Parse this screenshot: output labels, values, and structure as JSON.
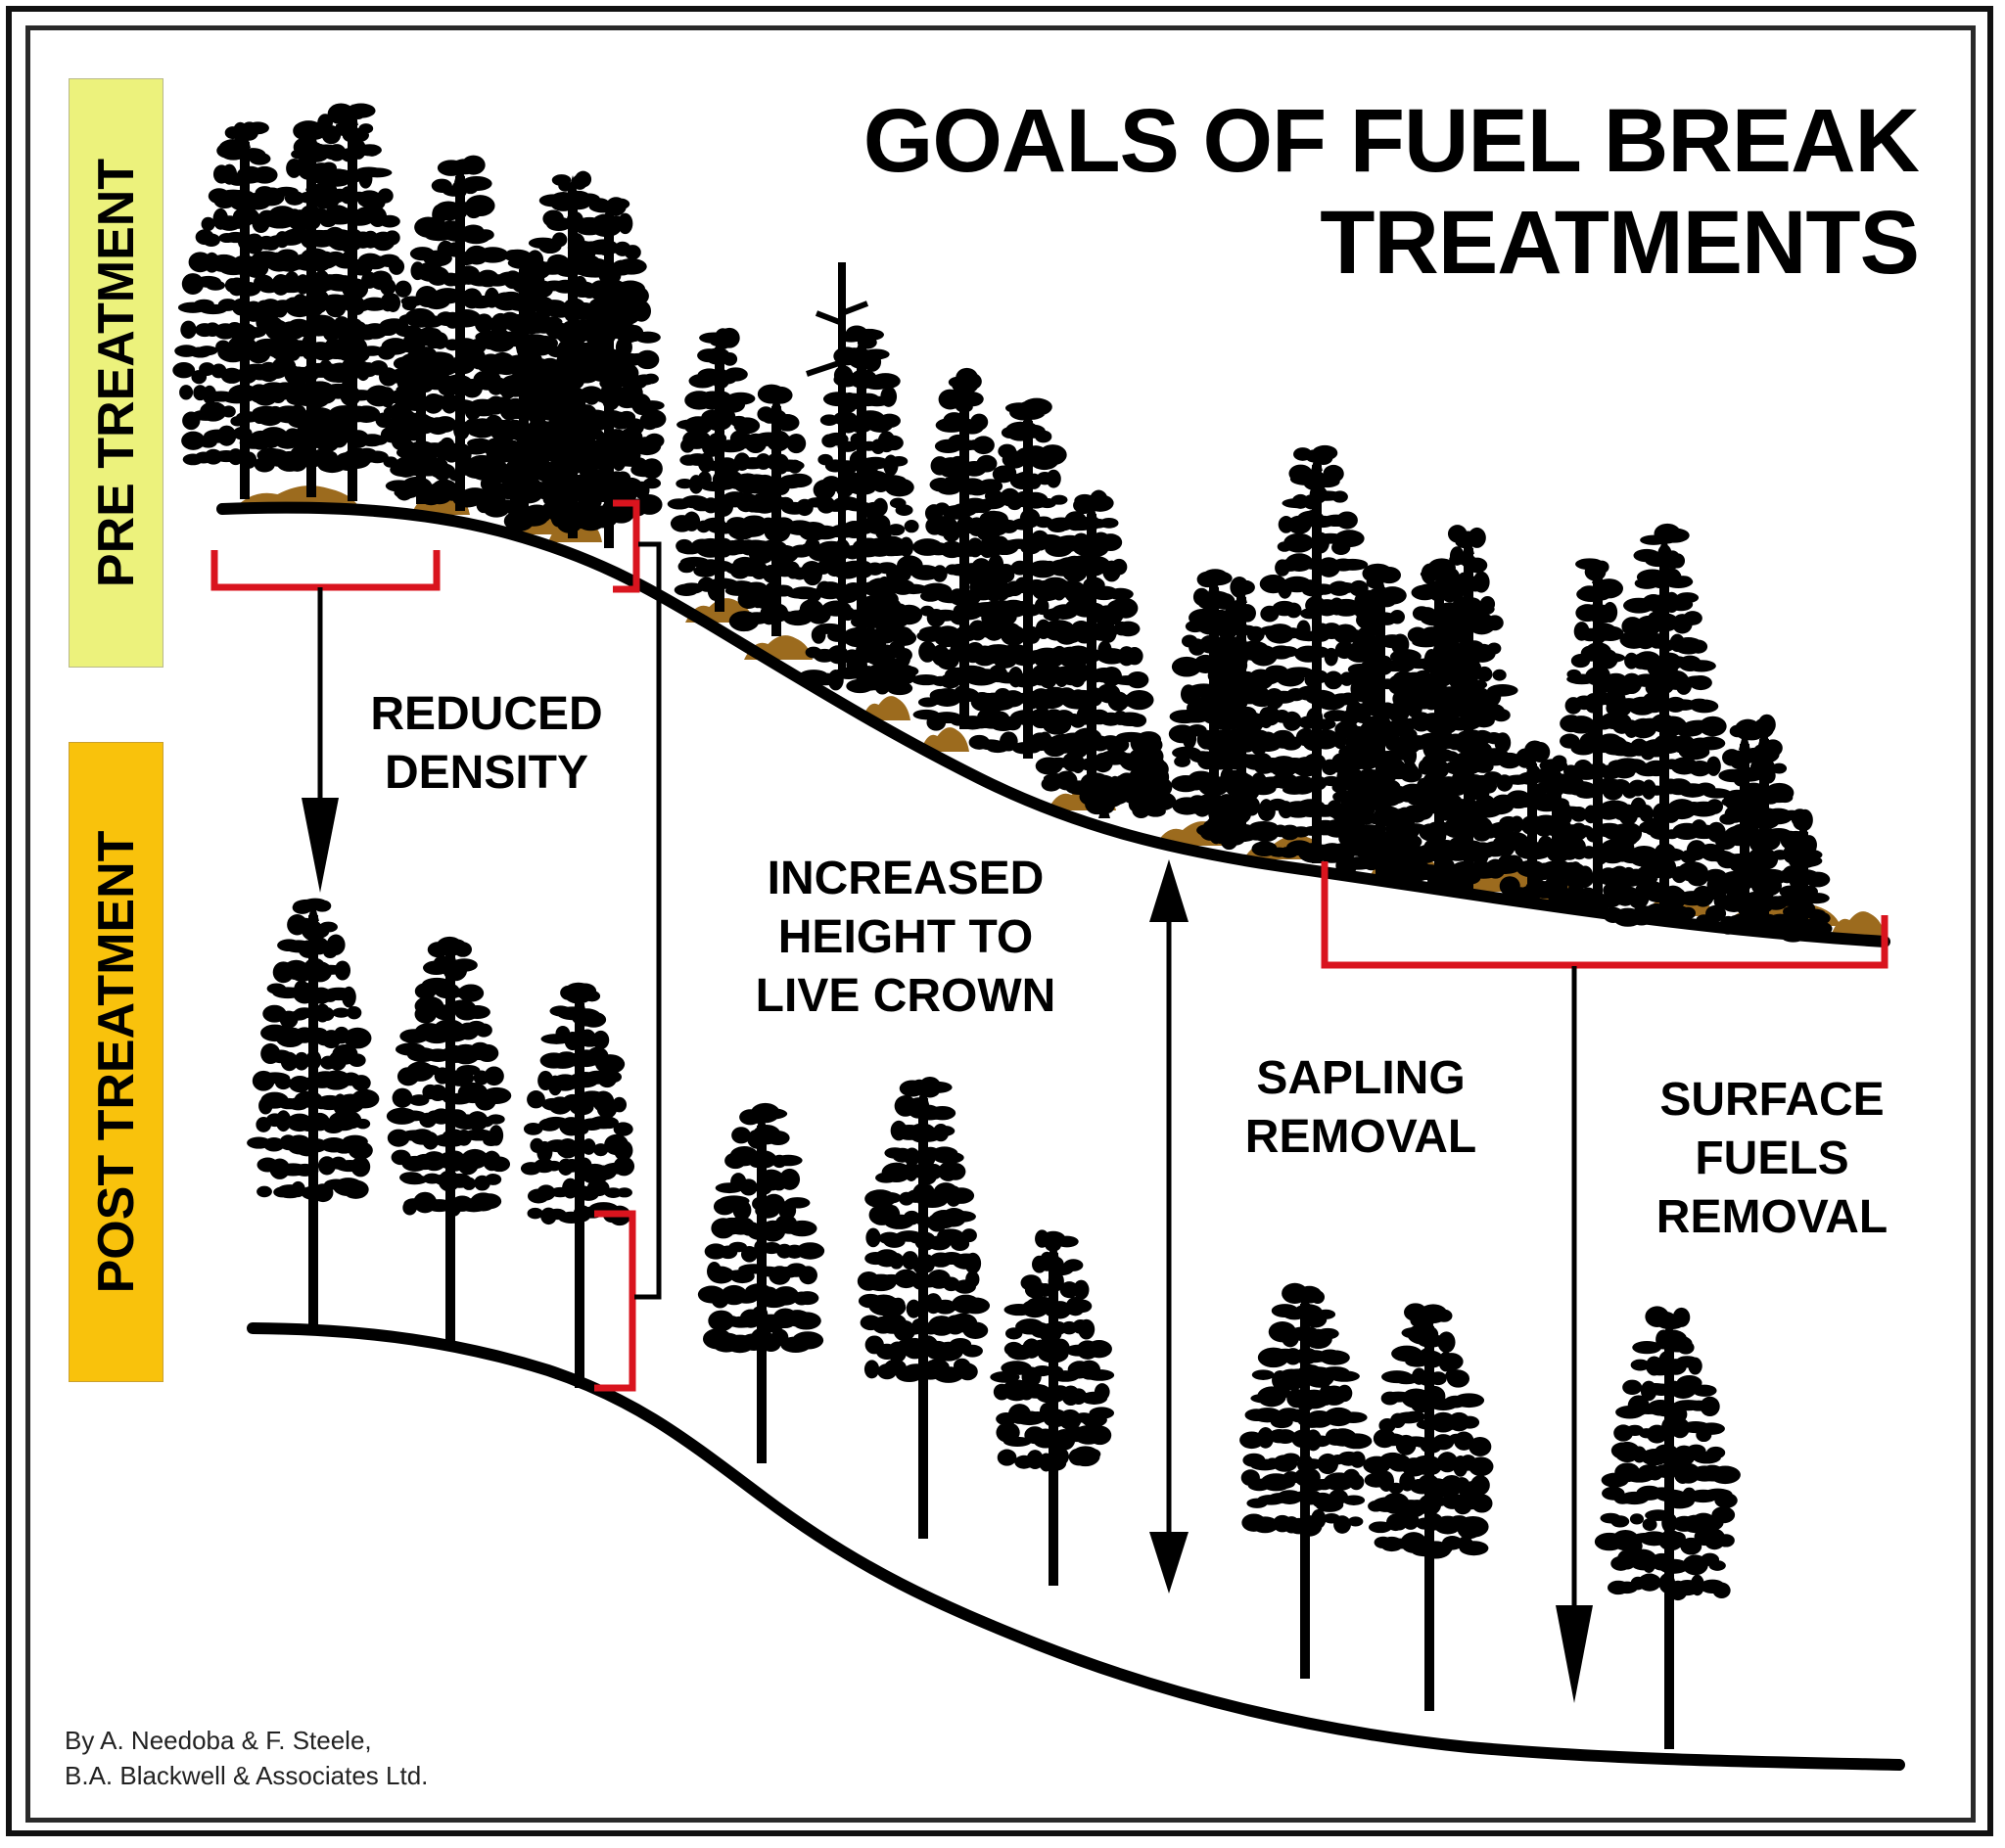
{
  "title": {
    "line1": "GOALS OF FUEL BREAK",
    "line2": "TREATMENTS"
  },
  "phases": {
    "pre": {
      "label": "PRE TREATMENT",
      "color": "#ECF27C"
    },
    "post": {
      "label": "POST TREATMENT",
      "color": "#F9C20C"
    }
  },
  "goals": {
    "reduced_density": {
      "line1": "REDUCED",
      "line2": "DENSITY"
    },
    "crown_height": {
      "line1": "INCREASED",
      "line2": "HEIGHT TO",
      "line3": "LIVE CROWN"
    },
    "sapling_removal": {
      "line1": "SAPLING",
      "line2": "REMOVAL"
    },
    "surface_fuels": {
      "line1": "SURFACE",
      "line2": "FUELS",
      "line3": "REMOVAL"
    }
  },
  "credit": {
    "line1": "By A. Needoba & F. Steele,",
    "line2": "B.A. Blackwell & Associates Ltd."
  },
  "colors": {
    "bracket": "#D9141E",
    "surface_fuel": "#9C6B1E",
    "ink": "#000000"
  }
}
